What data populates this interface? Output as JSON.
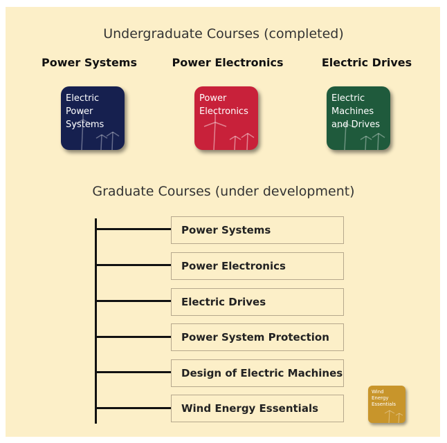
{
  "undergrad": {
    "title": "Undergraduate Courses (completed)",
    "categories": [
      "Power Systems",
      "Power Electronics",
      "Electric Drives"
    ],
    "books": [
      {
        "lines": [
          "Electric",
          "Power",
          "Systems"
        ],
        "color": "#16204f"
      },
      {
        "lines": [
          "Power",
          "Electronics"
        ],
        "color": "#c8213a"
      },
      {
        "lines": [
          "Electric",
          "Machines",
          "and Drives"
        ],
        "color": "#1f5a3c"
      }
    ]
  },
  "graduate": {
    "title": "Graduate Courses (under development)",
    "courses": [
      "Power Systems",
      "Power Electronics",
      "Electric Drives",
      "Power System Protection",
      "Design of Electric Machines",
      "Wind Energy Essentials"
    ],
    "mini_book": {
      "lines": [
        "Wind",
        "Energy",
        "Essentials"
      ],
      "color": "#c8952b"
    }
  },
  "colors": {
    "background": "#fcefc8",
    "line": "#111111",
    "box_border": "#b5a78c"
  }
}
